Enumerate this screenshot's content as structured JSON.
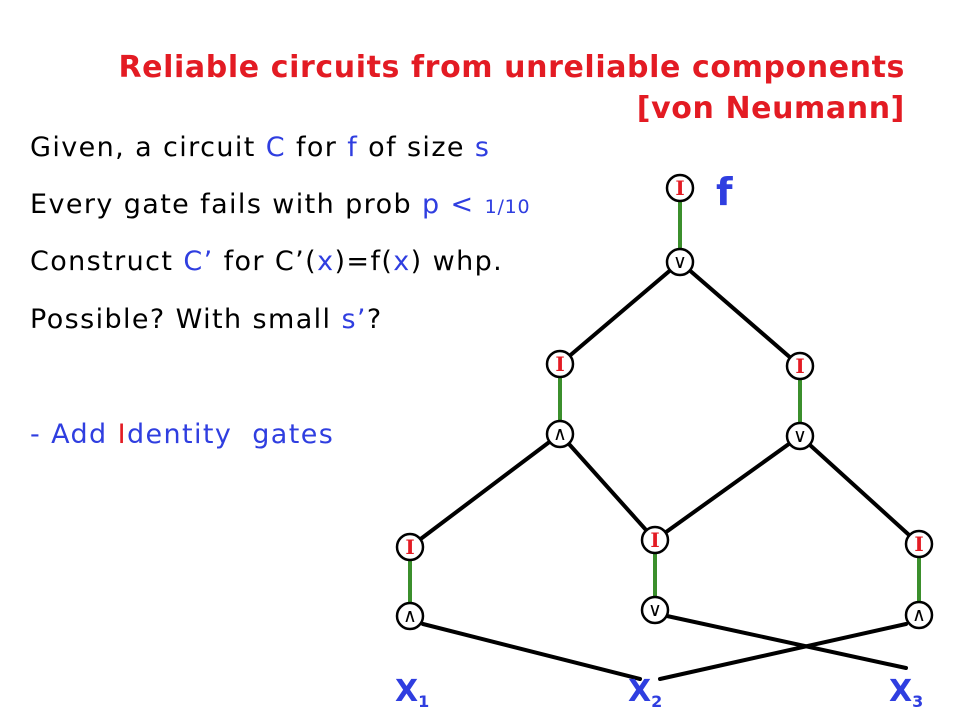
{
  "colors": {
    "background": "#ffffff",
    "title_red": "#e31b23",
    "text_black": "#000000",
    "text_blue": "#2f3ee0",
    "identity_red": "#e31b23",
    "wire_green": "#3b8f2c",
    "wire_black": "#000000"
  },
  "title": {
    "line1": "Reliable circuits from unreliable components",
    "line2": "[von Neumann]"
  },
  "body": {
    "lines": [
      [
        "Given, a circuit ",
        "C",
        " for ",
        "f",
        " of size ",
        "s"
      ],
      [
        "Every gate fails with prob ",
        "p < ",
        "1/10"
      ],
      [
        "Construct ",
        "C’",
        " for C’(",
        "x",
        ")=f(",
        "x",
        ") whp."
      ],
      [
        "Possible? With small ",
        "s’",
        "?"
      ],
      [
        "- Add ",
        "I",
        "dentity  gates"
      ]
    ]
  },
  "diagram": {
    "output_label": "f",
    "gates": {
      "output_identity": "I",
      "top_or": "∨",
      "left_identity": "I",
      "right_identity": "I",
      "left_and": "∧",
      "right_or": "∨",
      "bottom_left_identity": "I",
      "bottom_mid_identity": "I",
      "bottom_right_identity": "I",
      "bottom_left_and": "∧",
      "bottom_mid_or": "∨",
      "bottom_right_and": "∧"
    },
    "inputs": [
      {
        "var": "X",
        "sub": "1"
      },
      {
        "var": "X",
        "sub": "2"
      },
      {
        "var": "X",
        "sub": "3"
      }
    ]
  }
}
